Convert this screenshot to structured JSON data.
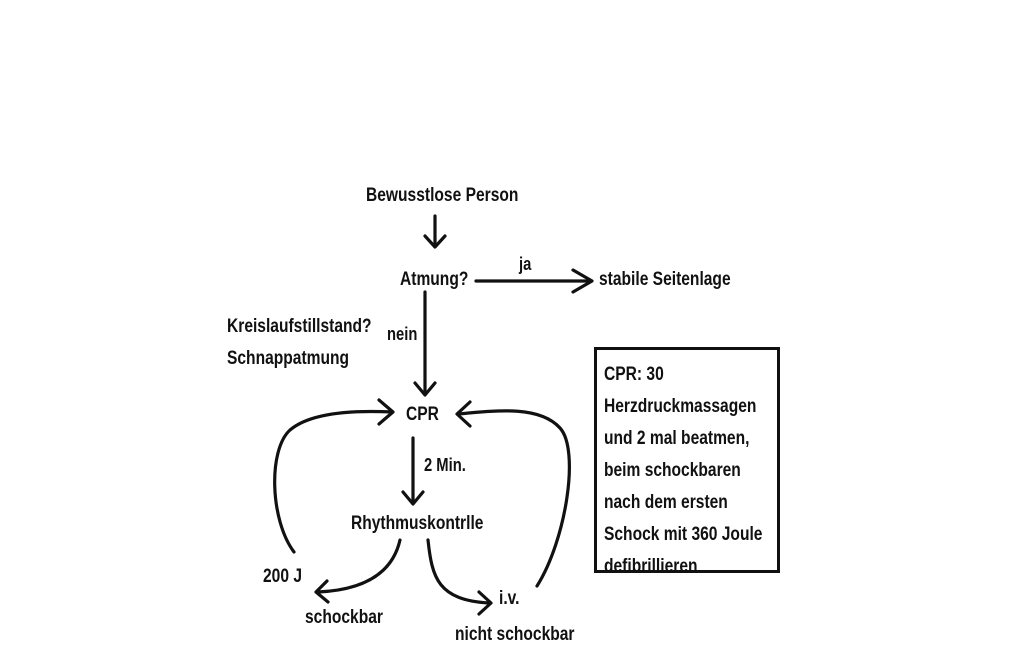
{
  "nodes": {
    "start": "Bewusstlose Person",
    "breathing": "Atmung?",
    "recovery": "stabile Seitenlage",
    "arrest_line1": "Kreislaufstillstand?",
    "arrest_line2": "Schnappatmung",
    "cpr": "CPR",
    "rhythm": "Rhythmuskontrlle",
    "energy": "200 J",
    "shockable": "schockbar",
    "iv": "i.v.",
    "not_shockable": "nicht schockbar"
  },
  "edges": {
    "yes": "ja",
    "no": "nein",
    "interval": "2 Min."
  },
  "info_box": {
    "lines": [
      "CPR: 30",
      "Herzdruckmassagen",
      "und 2 mal beatmen,",
      "beim schockbaren",
      "nach dem ersten",
      "Schock mit 360 Joule",
      "defibrillieren"
    ]
  }
}
